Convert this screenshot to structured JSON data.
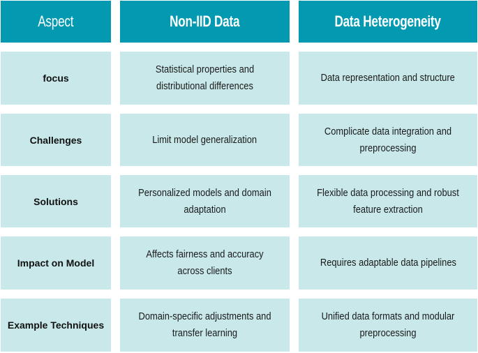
{
  "table": {
    "headers": [
      "Aspect",
      "Non-IID Data",
      "Data Heterogeneity"
    ],
    "rows": [
      {
        "aspect": "focus",
        "non_iid": "Statistical properties and distributional differences",
        "heterogeneity": "Data representation and structure"
      },
      {
        "aspect": "Challenges",
        "non_iid": "Limit model generalization",
        "heterogeneity": "Complicate data integration and preprocessing"
      },
      {
        "aspect": "Solutions",
        "non_iid": "Personalized models and domain adaptation",
        "heterogeneity": "Flexible data processing and robust feature extraction"
      },
      {
        "aspect": "Impact on Model",
        "non_iid": "Affects fairness and accuracy across clients",
        "heterogeneity": "Requires adaptable data pipelines"
      },
      {
        "aspect": "Example Techniques",
        "non_iid": "Domain-specific adjustments and transfer learning",
        "heterogeneity": "Unified data formats and modular preprocessing"
      }
    ]
  },
  "colors": {
    "header_bg": "#0299b1",
    "header_text": "#ffffff",
    "cell_bg": "#c8e8ea",
    "cell_text": "#1a1a1a"
  }
}
